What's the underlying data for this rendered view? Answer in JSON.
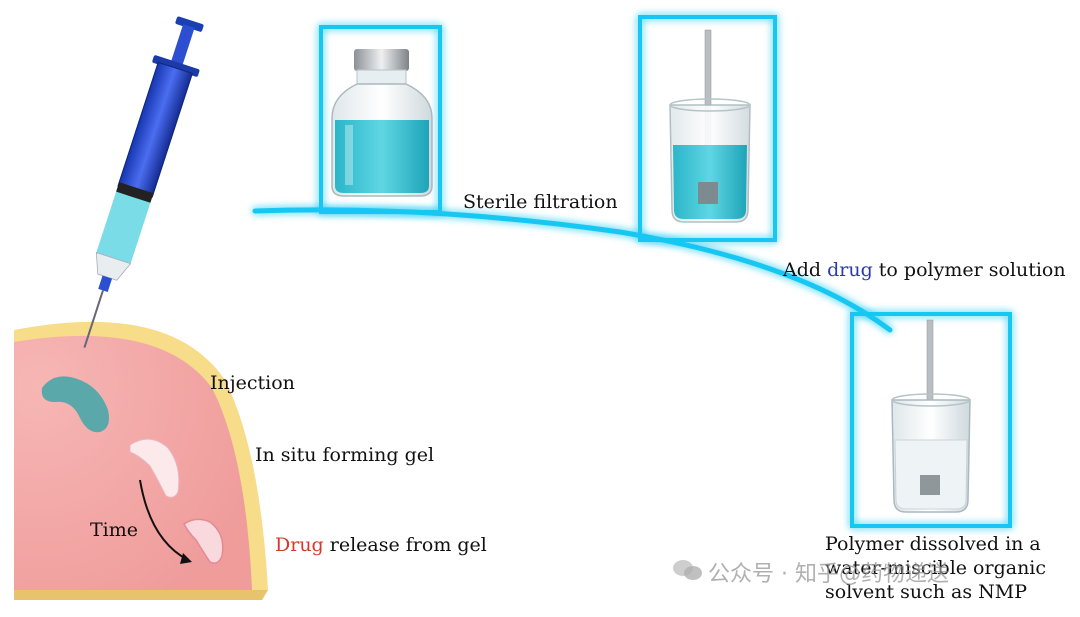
{
  "labels": {
    "sterile_filtration": "Sterile filtration",
    "add_drug_prefix": "Add ",
    "add_drug_word": "drug",
    "add_drug_suffix": " to polymer solution",
    "polymer_line1": "Polymer dissolved in a",
    "polymer_line2": "water-miscible organic",
    "polymer_line3": "solvent such as NMP",
    "injection": "Injection",
    "in_situ": "In situ forming gel",
    "release_word": "Drug",
    "release_suffix": " release from gel",
    "time": "Time"
  },
  "watermark": {
    "text": "公众号 · 知乎@药物递送"
  },
  "colors": {
    "glow": "#17c7f2",
    "drug_blue": "#2a3bb0",
    "drug_red": "#d23a2a",
    "tissue": "#f2a8a8",
    "skin": "#f7dc8a",
    "gel": "#5aa8aa",
    "syringe": "#2346c8"
  },
  "icons": [
    "syringe-icon",
    "vial-icon",
    "beaker-stirrer-icon",
    "chat-bubble-icon"
  ]
}
